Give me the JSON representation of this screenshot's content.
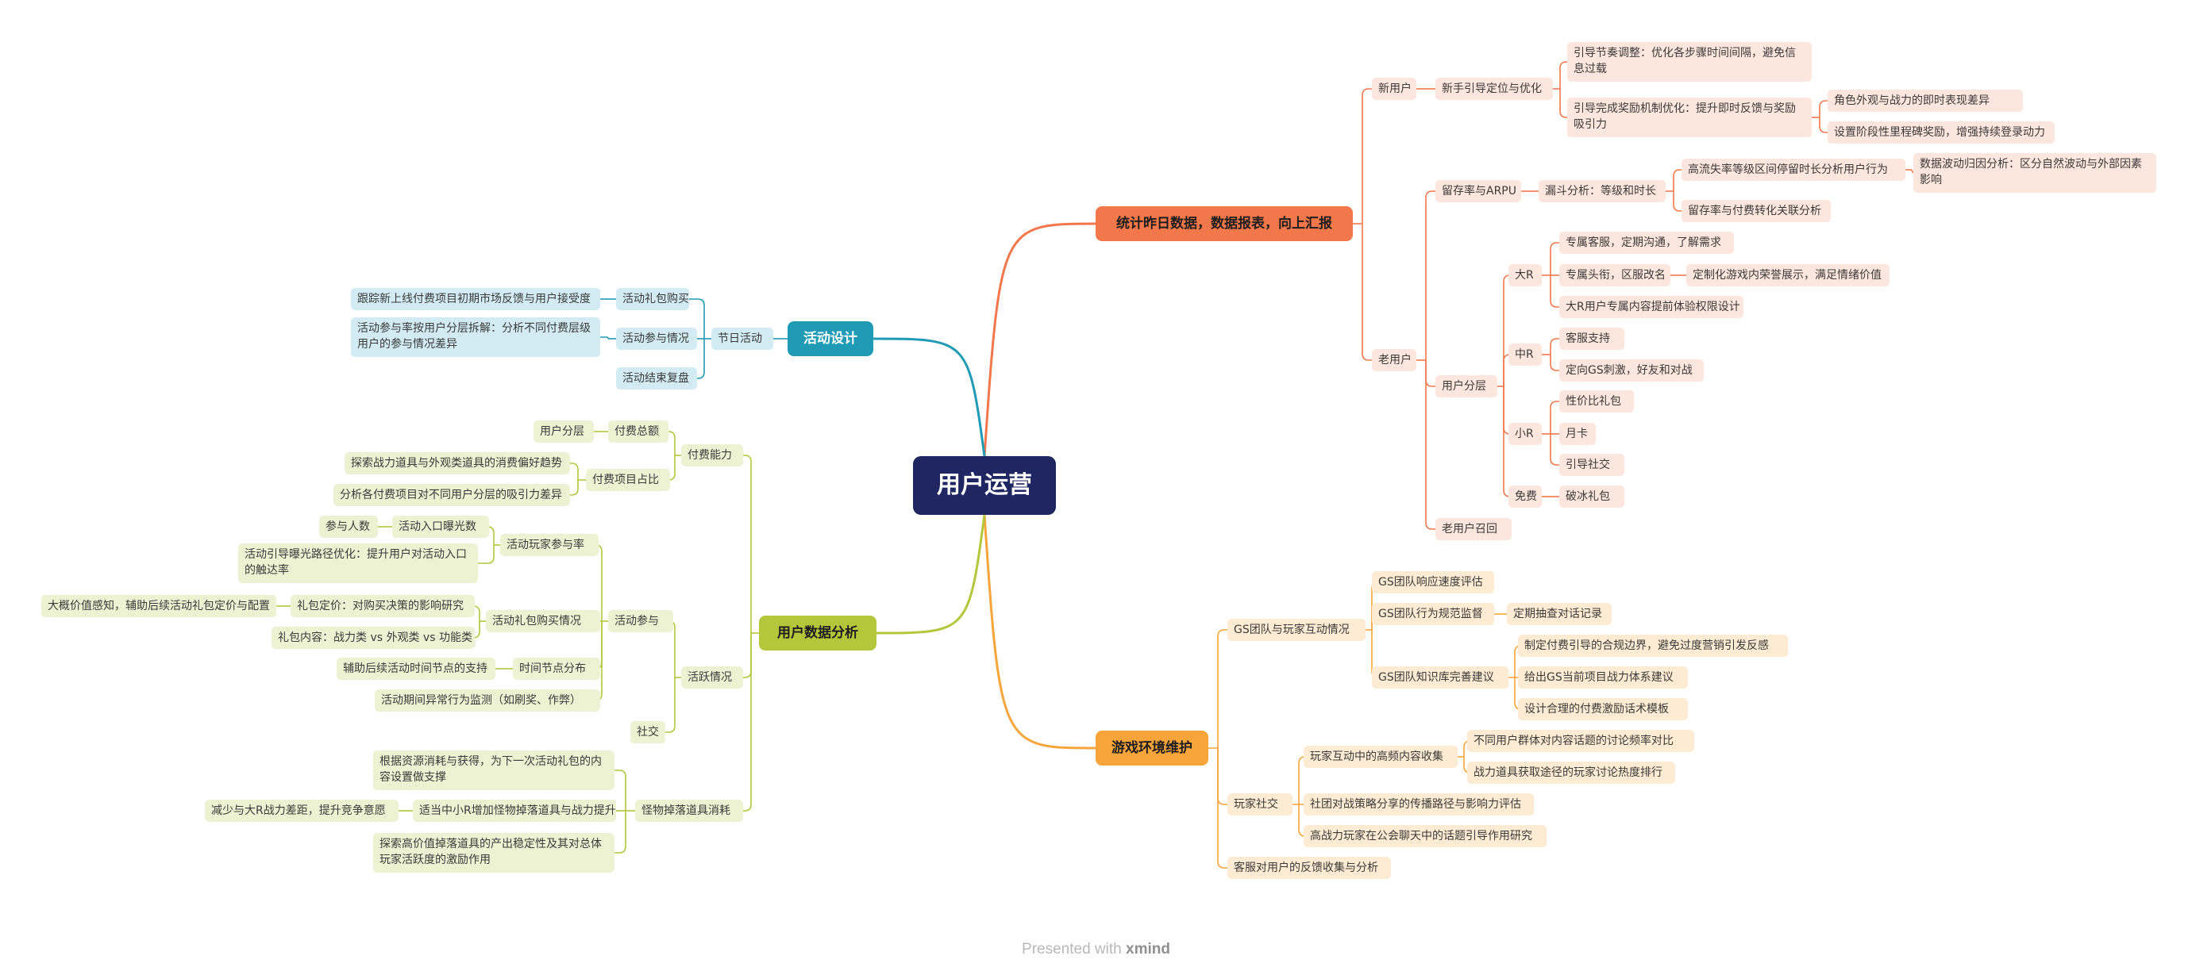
{
  "mindmap": {
    "root": "用户运营",
    "colors": {
      "orange": "#f2784b",
      "amber": "#f7a53a",
      "lime": "#b3c73a",
      "teal": "#1f9bb5"
    },
    "branches": {
      "daily_report": {
        "label": "统计昨日数据，数据报表，向上汇报",
        "new_user": "新用户",
        "guide_positioning": "新手引导定位与优化",
        "guide_pacing": "引导节奏调整：优化各步骤时间间隔，避免信息过载",
        "guide_reward": "引导完成奖励机制优化：提升即时反馈与奖励吸引力",
        "appearance_power": "角色外观与战力的即时表现差异",
        "milestone_reward": "设置阶段性里程碑奖励，增强持续登录动力",
        "old_user": "老用户",
        "retention_arpu": "留存率与ARPU",
        "funnel": "漏斗分析：等级和时长",
        "churn_level": "高流失率等级区间停留时长分析用户行为",
        "data_attribution": "数据波动归因分析：区分自然波动与外部因素影响",
        "retention_payment": "留存率与付费转化关联分析",
        "segmentation": "用户分层",
        "whale": "大R",
        "whale_service": "专属客服，定期沟通，了解需求",
        "whale_title": "专属头衔，区服改名",
        "whale_honor": "定制化游戏内荣誉展示，满足情绪价值",
        "whale_preview": "大R用户专属内容提前体验权限设计",
        "mid": "中R",
        "mid_service": "客服支持",
        "mid_gs": "定向GS刺激，好友和对战",
        "small": "小R",
        "small_value_pack": "性价比礼包",
        "small_monthly": "月卡",
        "small_social": "引导社交",
        "free": "免费",
        "free_pack": "破冰礼包",
        "recall": "老用户召回"
      },
      "environment": {
        "label": "游戏环境维护",
        "gs_interaction": "GS团队与玩家互动情况",
        "gs_response": "GS团队响应速度评估",
        "gs_behavior": "GS团队行为规范监督",
        "gs_spot_check": "定期抽查对话记录",
        "gs_knowledge": "GS团队知识库完善建议",
        "gs_payment_guide": "制定付费引导的合规边界，避免过度营销引发反感",
        "gs_power_system": "给出GS当前项目战力体系建议",
        "gs_script": "设计合理的付费激励话术模板",
        "player_social": "玩家社交",
        "hot_content": "玩家互动中的高频内容收集",
        "topic_frequency": "不同用户群体对内容话题的讨论频率对比",
        "item_discussion": "战力道具获取途径的玩家讨论热度排行",
        "strategy_spread": "社团对战策略分享的传播路径与影响力评估",
        "guild_topics": "高战力玩家在公会聊天中的话题引导作用研究",
        "feedback": "客服对用户的反馈收集与分析"
      },
      "data_analysis": {
        "label": "用户数据分析",
        "pay_ability": "付费能力",
        "pay_total": "付费总额",
        "pay_segment": "用户分层",
        "pay_items": "付费项目占比",
        "pay_trend": "探索战力道具与外观类道具的消费偏好趋势",
        "pay_attraction": "分析各付费项目对不同用户分层的吸引力差异",
        "activity": "活跃情况",
        "event_part": "活动参与",
        "event_players": "活动玩家参与率",
        "entry_exposure": "活动入口曝光数",
        "participants": "参与人数",
        "exposure_path": "活动引导曝光路径优化：提升用户对活动入口的触达率",
        "pack_purchase": "活动礼包购买情况",
        "pack_pricing": "礼包定价：对购买决策的影响研究",
        "value_perception": "大概价值感知，辅助后续活动礼包定价与配置",
        "pack_content": "礼包内容：战力类 vs 外观类 vs 功能类",
        "time_distribution": "时间节点分布",
        "time_support": "辅助后续活动时间节点的支持",
        "anomaly": "活动期间异常行为监测（如刷奖、作弊）",
        "social": "社交",
        "drops": "怪物掉落道具消耗",
        "drop_resource": "根据资源消耗与获得，为下一次活动礼包的内容设置做支撑",
        "drop_increase": "适当中小R增加怪物掉落道具与战力提升",
        "drop_gap": "减少与大R战力差距，提升竞争意愿",
        "drop_stability": "探索高价值掉落道具的产出稳定性及其对总体玩家活跃度的激励作用"
      },
      "activity_design": {
        "label": "活动设计",
        "festival": "节日活动",
        "pack_buy": "活动礼包购买",
        "pack_feedback": "跟踪新上线付费项目初期市场反馈与用户接受度",
        "participation": "活动参与情况",
        "participation_split": "活动参与率按用户分层拆解：分析不同付费层级用户的参与情况差异",
        "review": "活动结束复盘"
      }
    }
  },
  "footer": {
    "presented": "Presented with",
    "brand": "xmind"
  }
}
